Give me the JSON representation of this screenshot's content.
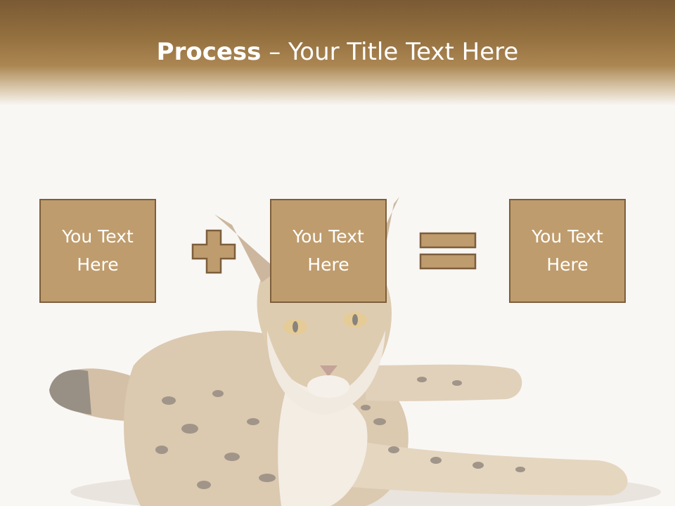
{
  "slide": {
    "title_bold": "Process",
    "title_dash": " – ",
    "title_rest": "Your Title Text Here"
  },
  "process": {
    "box1_text": "You Text Here",
    "box2_text": "You Text Here",
    "box3_text": "You Text Here",
    "operator1": "plus-icon",
    "operator2": "equals-icon"
  },
  "colors": {
    "header_brown": "#7a5a35",
    "box_fill": "#bf9c6d",
    "box_border": "#7d5e3b",
    "background": "#f9f7f4"
  }
}
